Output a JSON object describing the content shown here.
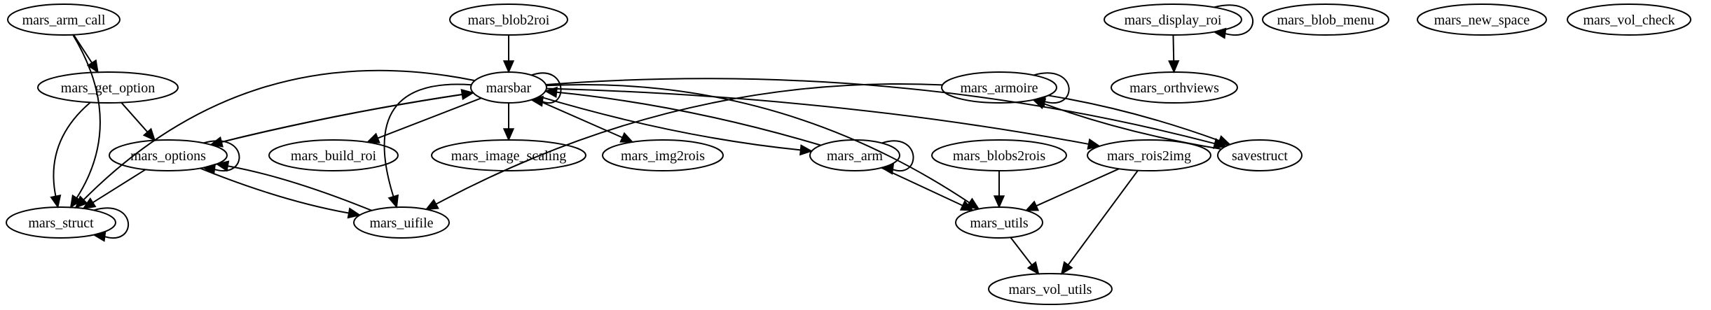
{
  "diagram": {
    "nodes": [
      {
        "id": "mars_arm_call",
        "label": "mars_arm_call"
      },
      {
        "id": "mars_blob2roi",
        "label": "mars_blob2roi"
      },
      {
        "id": "mars_display_roi",
        "label": "mars_display_roi"
      },
      {
        "id": "mars_blob_menu",
        "label": "mars_blob_menu"
      },
      {
        "id": "mars_new_space",
        "label": "mars_new_space"
      },
      {
        "id": "mars_vol_check",
        "label": "mars_vol_check"
      },
      {
        "id": "mars_get_option",
        "label": "mars_get_option"
      },
      {
        "id": "marsbar",
        "label": "marsbar"
      },
      {
        "id": "mars_armoire",
        "label": "mars_armoire"
      },
      {
        "id": "mars_orthviews",
        "label": "mars_orthviews"
      },
      {
        "id": "mars_options",
        "label": "mars_options"
      },
      {
        "id": "mars_build_roi",
        "label": "mars_build_roi"
      },
      {
        "id": "mars_image_scaling",
        "label": "mars_image_scaling"
      },
      {
        "id": "mars_img2rois",
        "label": "mars_img2rois"
      },
      {
        "id": "mars_arm",
        "label": "mars_arm"
      },
      {
        "id": "mars_blobs2rois",
        "label": "mars_blobs2rois"
      },
      {
        "id": "mars_rois2img",
        "label": "mars_rois2img"
      },
      {
        "id": "savestruct",
        "label": "savestruct"
      },
      {
        "id": "mars_struct",
        "label": "mars_struct"
      },
      {
        "id": "mars_uifile",
        "label": "mars_uifile"
      },
      {
        "id": "mars_utils",
        "label": "mars_utils"
      },
      {
        "id": "mars_vol_utils",
        "label": "mars_vol_utils"
      }
    ],
    "edges": [
      {
        "from": "mars_arm_call",
        "to": "mars_get_option"
      },
      {
        "from": "mars_arm_call",
        "to": "mars_struct"
      },
      {
        "from": "mars_blob2roi",
        "to": "marsbar"
      },
      {
        "from": "mars_display_roi",
        "to": "mars_display_roi"
      },
      {
        "from": "mars_display_roi",
        "to": "mars_orthviews"
      },
      {
        "from": "mars_get_option",
        "to": "mars_options"
      },
      {
        "from": "mars_get_option",
        "to": "mars_struct"
      },
      {
        "from": "marsbar",
        "to": "marsbar"
      },
      {
        "from": "marsbar",
        "to": "mars_options"
      },
      {
        "from": "mars_options",
        "to": "marsbar"
      },
      {
        "from": "marsbar",
        "to": "mars_struct"
      },
      {
        "from": "marsbar",
        "to": "mars_build_roi"
      },
      {
        "from": "marsbar",
        "to": "mars_image_scaling"
      },
      {
        "from": "marsbar",
        "to": "mars_img2rois"
      },
      {
        "from": "marsbar",
        "to": "mars_arm"
      },
      {
        "from": "mars_arm",
        "to": "marsbar"
      },
      {
        "from": "marsbar",
        "to": "mars_rois2img"
      },
      {
        "from": "marsbar",
        "to": "savestruct"
      },
      {
        "from": "marsbar",
        "to": "mars_uifile"
      },
      {
        "from": "marsbar",
        "to": "mars_utils"
      },
      {
        "from": "mars_armoire",
        "to": "mars_armoire"
      },
      {
        "from": "mars_armoire",
        "to": "mars_uifile"
      },
      {
        "from": "mars_armoire",
        "to": "savestruct"
      },
      {
        "from": "savestruct",
        "to": "mars_armoire"
      },
      {
        "from": "mars_options",
        "to": "mars_options"
      },
      {
        "from": "mars_options",
        "to": "mars_struct"
      },
      {
        "from": "mars_options",
        "to": "mars_uifile"
      },
      {
        "from": "mars_uifile",
        "to": "mars_options"
      },
      {
        "from": "mars_arm",
        "to": "mars_arm"
      },
      {
        "from": "mars_arm",
        "to": "mars_utils"
      },
      {
        "from": "mars_blobs2rois",
        "to": "mars_utils"
      },
      {
        "from": "mars_rois2img",
        "to": "mars_utils"
      },
      {
        "from": "mars_rois2img",
        "to": "mars_vol_utils"
      },
      {
        "from": "mars_struct",
        "to": "mars_struct"
      },
      {
        "from": "mars_utils",
        "to": "mars_vol_utils"
      }
    ]
  }
}
